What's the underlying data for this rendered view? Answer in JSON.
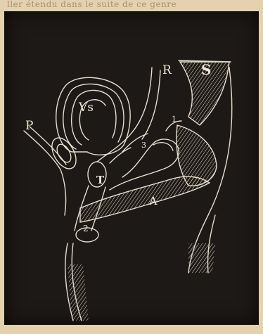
{
  "page": {
    "top_text": "ller étendu dans le suite de ce genre"
  },
  "figure": {
    "labels": {
      "P": "P",
      "Vs": "Vs",
      "R": "R",
      "S": "S",
      "one": "1",
      "three": "3",
      "T": "T",
      "A": "A",
      "two": "2"
    }
  }
}
